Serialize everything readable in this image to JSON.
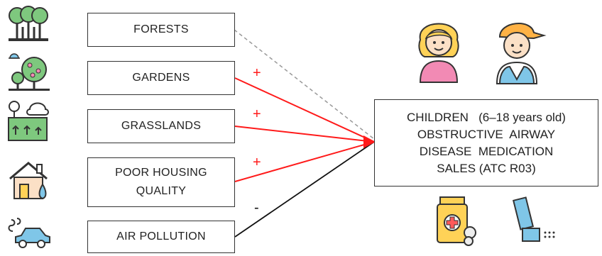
{
  "exposures": [
    {
      "label": "FORESTS",
      "icon": "forest-icon"
    },
    {
      "label": "GARDENS",
      "icon": "garden-tree-icon"
    },
    {
      "label": "GRASSLANDS",
      "icon": "grassland-icon"
    },
    {
      "label_lines": [
        "POOR HOUSING",
        "QUALITY"
      ],
      "icon": "damp-house-icon"
    },
    {
      "label": "AIR POLLUTION",
      "icon": "car-exhaust-icon"
    }
  ],
  "signs": {
    "gardens": "+",
    "grasslands": "+",
    "housing": "+",
    "air_pollution": "-"
  },
  "outcome": {
    "lines": [
      "CHILDREN   (6–18 years old)",
      "OBSTRUCTIVE  AIRWAY",
      "DISEASE  MEDICATION",
      "SALES (ATC R03)"
    ]
  },
  "icons": [
    "girl-icon",
    "boy-cap-icon",
    "medicine-bottle-icon",
    "inhaler-icon"
  ],
  "colors": {
    "positive": "#ff1a1a",
    "negative": "#111111",
    "null_link": "#999999",
    "icon_green": "#7ec87e",
    "icon_pink": "#f28ab4",
    "icon_blue": "#7fc6e8",
    "icon_yellow": "#ffd257"
  }
}
